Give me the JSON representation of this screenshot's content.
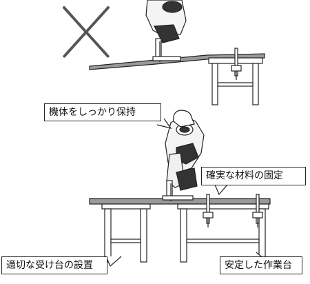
{
  "callouts": {
    "hold_machine": "機体をしっかり保持",
    "secure_material": "確実な材料の固定",
    "proper_support": "適切な受け台の設置",
    "stable_workbench": "安定した作業台"
  },
  "colors": {
    "line": "#222222",
    "table_top": "#9a9a9a",
    "cross_mark": "#555555",
    "tool_dark": "#333333"
  }
}
